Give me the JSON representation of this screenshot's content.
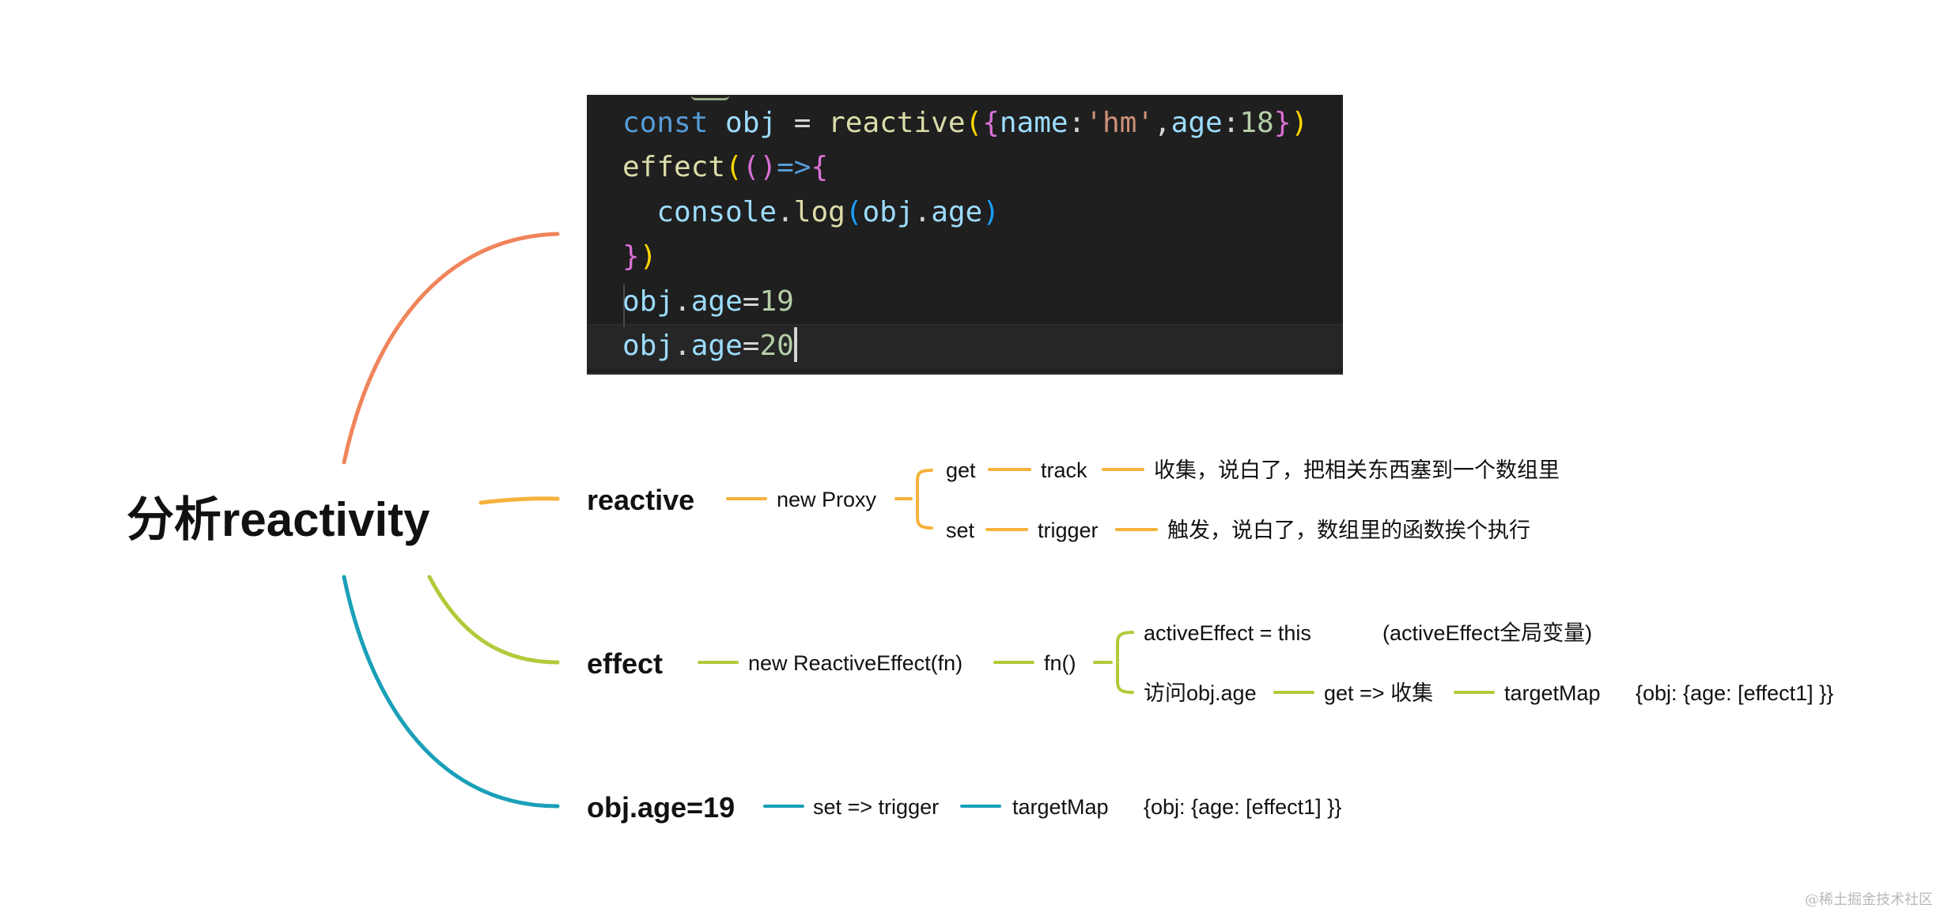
{
  "root": {
    "label": "分析reactivity"
  },
  "code": {
    "lines": [
      [
        {
          "t": "const ",
          "c": "kw"
        },
        {
          "t": "obj",
          "c": "var"
        },
        {
          "t": " = ",
          "c": "op"
        },
        {
          "t": "reactive",
          "c": "fn"
        },
        {
          "t": "(",
          "c": "b1"
        },
        {
          "t": "{",
          "c": "b2"
        },
        {
          "t": "name",
          "c": "var"
        },
        {
          "t": ":",
          "c": "op"
        },
        {
          "t": "'hm'",
          "c": "str"
        },
        {
          "t": ",",
          "c": "op"
        },
        {
          "t": "age",
          "c": "var"
        },
        {
          "t": ":",
          "c": "op"
        },
        {
          "t": "18",
          "c": "num"
        },
        {
          "t": "}",
          "c": "b2"
        },
        {
          "t": ")",
          "c": "b1"
        }
      ],
      [
        {
          "t": "effect",
          "c": "fn"
        },
        {
          "t": "(",
          "c": "b1"
        },
        {
          "t": "()",
          "c": "b2"
        },
        {
          "t": "=>",
          "c": "arrow"
        },
        {
          "t": "{",
          "c": "b2"
        }
      ],
      [
        {
          "t": "  console",
          "c": "var"
        },
        {
          "t": ".",
          "c": "op"
        },
        {
          "t": "log",
          "c": "fn"
        },
        {
          "t": "(",
          "c": "b3"
        },
        {
          "t": "obj",
          "c": "var"
        },
        {
          "t": ".",
          "c": "op"
        },
        {
          "t": "age",
          "c": "var"
        },
        {
          "t": ")",
          "c": "b3"
        }
      ],
      [
        {
          "t": "}",
          "c": "b2"
        },
        {
          "t": ")",
          "c": "b1"
        }
      ],
      [
        {
          "t": "obj",
          "c": "var"
        },
        {
          "t": ".",
          "c": "op"
        },
        {
          "t": "age",
          "c": "var"
        },
        {
          "t": "=",
          "c": "op"
        },
        {
          "t": "19",
          "c": "num"
        }
      ],
      [
        {
          "t": "obj",
          "c": "var"
        },
        {
          "t": ".",
          "c": "op"
        },
        {
          "t": "age",
          "c": "var"
        },
        {
          "t": "=",
          "c": "op"
        },
        {
          "t": "20",
          "c": "num"
        }
      ]
    ]
  },
  "reactive": {
    "label": "reactive",
    "proxy": "new Proxy",
    "get": "get",
    "track": "track",
    "track_desc": "收集，说白了，把相关东西塞到一个数组里",
    "set": "set",
    "trigger": "trigger",
    "trigger_desc": "触发，说白了，数组里的函数挨个执行"
  },
  "effect": {
    "label": "effect",
    "new_effect": "new ReactiveEffect(fn)",
    "fn_call": "fn()",
    "active": "activeEffect = this",
    "active_note": "(activeEffect全局变量)",
    "access": "访问obj.age",
    "get_collect": "get => 收集",
    "target_map": "targetMap",
    "target_value": "{obj: {age: [effect1] }}"
  },
  "age": {
    "label": "obj.age=19",
    "set_trigger": "set => trigger",
    "target_map": "targetMap",
    "target_value": "{obj: {age: [effect1] }}"
  },
  "colors": {
    "orange": "#f0845a",
    "yellow": "#f5b23c",
    "green": "#b5c93a",
    "blue": "#1aa0b8",
    "code_bg": "#1f1f1f"
  },
  "watermark": "@稀土掘金技术社区"
}
